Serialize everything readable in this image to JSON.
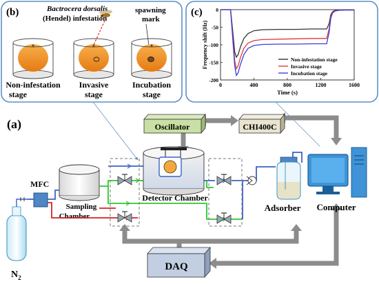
{
  "panel_b": {
    "label": "(b)",
    "title_italic": "Bactrocera dorsalis",
    "title_rest": "(Hendel) infestation",
    "spawning_label_line1": "spawning",
    "spawning_label_line2": "mark",
    "stages": [
      {
        "line1": "Non-infestation",
        "line2": "stage"
      },
      {
        "line1": "Invasive",
        "line2": "stage"
      },
      {
        "line1": "Incubation",
        "line2": "stage"
      }
    ]
  },
  "panel_c": {
    "label": "(c)",
    "chart_data": {
      "type": "line",
      "xlabel": "Time (s)",
      "ylabel": "Frequency shift (Hz)",
      "xlim": [
        0,
        1600
      ],
      "ylim": [
        -200,
        0
      ],
      "xticks": [
        "0",
        "400",
        "800",
        "1200",
        "1600"
      ],
      "yticks": [
        "0",
        "-50",
        "-100",
        "-150",
        "-200"
      ],
      "grid": false,
      "legend_position": "right",
      "series": [
        {
          "name": "Non-infestation stage",
          "color": "#333333",
          "x": [
            0,
            120,
            150,
            170,
            190,
            210,
            240,
            280,
            330,
            400,
            500,
            700,
            900,
            1100,
            1270,
            1300,
            1320,
            1340,
            1370,
            1420,
            1500,
            1600
          ],
          "y": [
            0,
            0,
            -70,
            -120,
            -135,
            -128,
            -105,
            -82,
            -68,
            -60,
            -57,
            -56,
            -56,
            -55,
            -55,
            -40,
            -15,
            -6,
            -2,
            -1,
            -1,
            -1
          ]
        },
        {
          "name": "Invasive stage",
          "color": "#e53935",
          "x": [
            0,
            120,
            150,
            170,
            190,
            210,
            240,
            280,
            330,
            400,
            500,
            700,
            900,
            1100,
            1270,
            1300,
            1320,
            1340,
            1370,
            1420,
            1500,
            1600
          ],
          "y": [
            0,
            0,
            -85,
            -145,
            -168,
            -160,
            -135,
            -110,
            -95,
            -88,
            -85,
            -84,
            -83,
            -82,
            -82,
            -55,
            -20,
            -8,
            -3,
            -1,
            -1,
            -1
          ]
        },
        {
          "name": "Incubation stage",
          "color": "#3d3dd6",
          "x": [
            0,
            120,
            150,
            170,
            190,
            210,
            240,
            280,
            330,
            400,
            500,
            700,
            900,
            1100,
            1270,
            1300,
            1320,
            1340,
            1370,
            1420,
            1500,
            1600
          ],
          "y": [
            0,
            0,
            -95,
            -160,
            -187,
            -180,
            -155,
            -128,
            -110,
            -102,
            -99,
            -98,
            -98,
            -97,
            -97,
            -65,
            -25,
            -10,
            -4,
            -2,
            -1,
            -1
          ]
        }
      ]
    }
  },
  "panel_a": {
    "label": "(a)",
    "labels": {
      "oscillator": "Oscillator",
      "chi": "CHI400C",
      "mfc": "MFC",
      "sampling_chamber_1": "Sampling",
      "sampling_chamber_2": "Chamber",
      "detector_chamber": "Detector Chamber",
      "adsorber": "Adsorber",
      "computer": "Computer",
      "daq": "DAQ",
      "n2_main": "N",
      "n2_sub": "2"
    },
    "colors": {
      "blue_line": "#3a63c8",
      "green_line": "#2ec62e",
      "red_line": "#d42222",
      "panel_border": "#5b8fc7",
      "arrow_grey": "#8c8c8c",
      "oscillator_fill": "#c9dfa3",
      "chi_fill": "#e8e4cf"
    }
  }
}
